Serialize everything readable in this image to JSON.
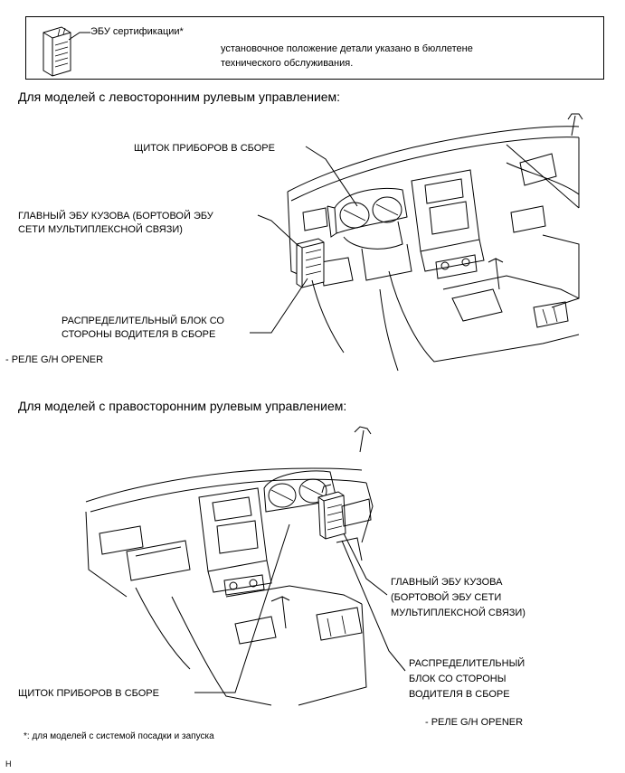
{
  "legend": {
    "ecu_label": "ЭБУ сертификации*",
    "note_line1": "установочное положение детали указано в бюллетене",
    "note_line2": "технического обслуживания."
  },
  "lhd": {
    "heading": "Для моделей с левосторонним рулевым управлением:",
    "combination_meter": "ЩИТОК ПРИБОРОВ В СБОРЕ",
    "main_body_ecu_line1": "ГЛАВНЫЙ ЭБУ КУЗОВА (БОРТОВОЙ ЭБУ",
    "main_body_ecu_line2": "СЕТИ МУЛЬТИПЛЕКСНОЙ СВЯЗИ)",
    "junction_block_line1": "РАСПРЕДЕЛИТЕЛЬНЫЙ БЛОК СО",
    "junction_block_line2": "СТОРОНЫ ВОДИТЕЛЯ В СБОРЕ",
    "relay": "- РЕЛЕ G/H OPENER"
  },
  "rhd": {
    "heading": "Для моделей с правосторонним рулевым управлением:",
    "main_body_ecu_line1": "ГЛАВНЫЙ ЭБУ КУЗОВА",
    "main_body_ecu_line2": "(БОРТОВОЙ ЭБУ СЕТИ",
    "main_body_ecu_line3": "МУЛЬТИПЛЕКСНОЙ СВЯЗИ)",
    "junction_block_line1": "РАСПРЕДЕЛИТЕЛЬНЫЙ",
    "junction_block_line2": "БЛОК СО СТОРОНЫ",
    "junction_block_line3": "ВОДИТЕЛЯ В СБОРЕ",
    "combination_meter": "ЩИТОК ПРИБОРОВ В СБОРЕ",
    "relay": "- РЕЛЕ G/H OPENER"
  },
  "footnote": "*: для моделей с системой посадки и запуска",
  "corner_mark": "H"
}
